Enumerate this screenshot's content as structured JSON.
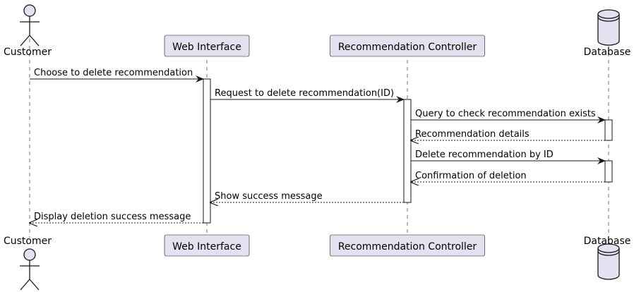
{
  "diagram": {
    "type": "sequence",
    "colors": {
      "participant_fill": "#e2e2f0",
      "participant_stroke": "#181818",
      "lifeline": "#181818",
      "activation_fill": "#ffffff",
      "text": "#000000"
    },
    "participants": [
      {
        "id": "customer",
        "label": "Customer",
        "kind": "actor"
      },
      {
        "id": "web",
        "label": "Web Interface",
        "kind": "participant"
      },
      {
        "id": "controller",
        "label": "Recommendation Controller",
        "kind": "participant"
      },
      {
        "id": "db",
        "label": "Database",
        "kind": "database"
      }
    ],
    "messages": [
      {
        "from": "customer",
        "to": "web",
        "label": "Choose to delete recommendation",
        "style": "solid"
      },
      {
        "from": "web",
        "to": "controller",
        "label": "Request to delete recommendation(ID)",
        "style": "solid"
      },
      {
        "from": "controller",
        "to": "db",
        "label": "Query to check recommendation exists",
        "style": "solid"
      },
      {
        "from": "db",
        "to": "controller",
        "label": "Recommendation details",
        "style": "dashed"
      },
      {
        "from": "controller",
        "to": "db",
        "label": "Delete recommendation by ID",
        "style": "solid"
      },
      {
        "from": "db",
        "to": "controller",
        "label": "Confirmation of deletion",
        "style": "dashed"
      },
      {
        "from": "controller",
        "to": "web",
        "label": "Show success message",
        "style": "dashed"
      },
      {
        "from": "web",
        "to": "customer",
        "label": "Display deletion success message",
        "style": "dashed"
      }
    ],
    "activations": [
      {
        "participant": "web",
        "from_message": 0,
        "to_message": 7
      },
      {
        "participant": "controller",
        "from_message": 1,
        "to_message": 6
      },
      {
        "participant": "db",
        "from_message": 2,
        "to_message": 3
      },
      {
        "participant": "db",
        "from_message": 4,
        "to_message": 5
      }
    ]
  }
}
